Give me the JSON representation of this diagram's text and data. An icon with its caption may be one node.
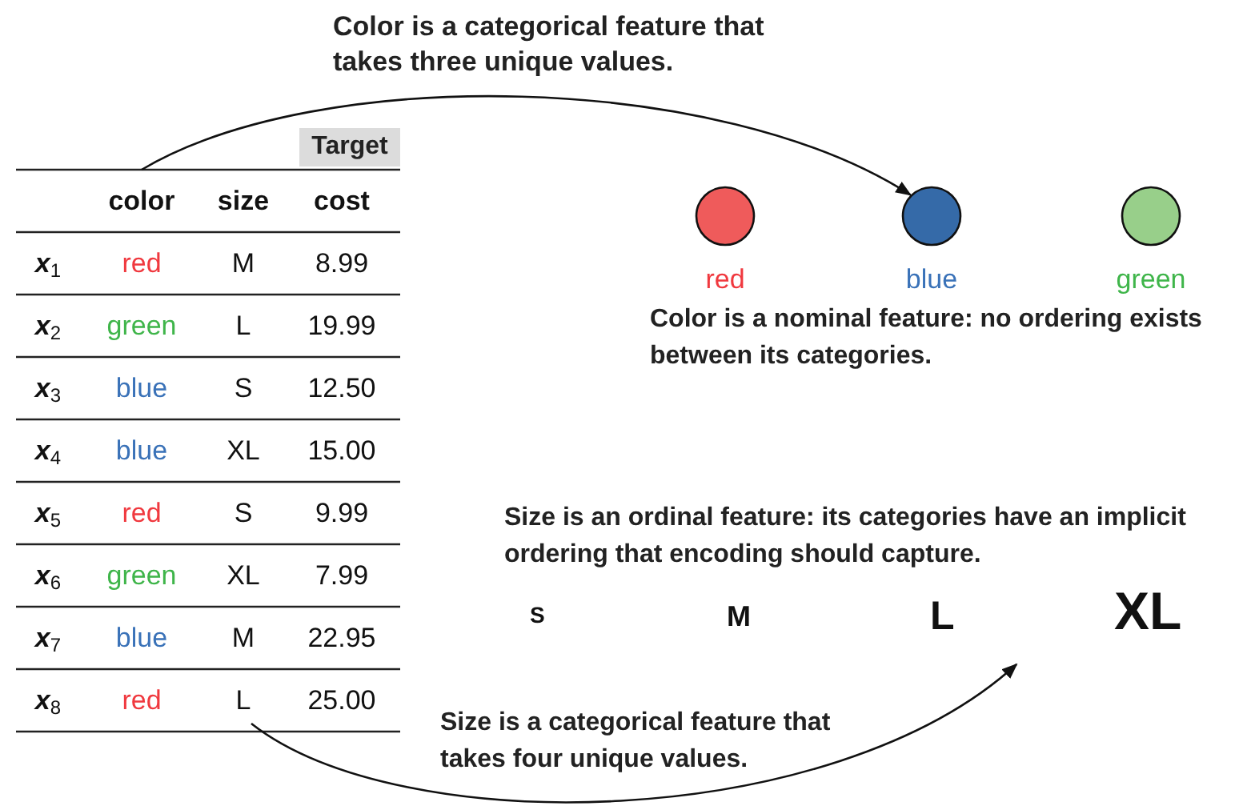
{
  "diagram": {
    "nodes": [
      {
        "text": [
          "color"
        ]
      },
      {
        "text": [],
        "shape": "circle",
        "beside": [
          "red"
        ]
      },
      {
        "text": [],
        "shape": "circle",
        "beside": [
          "blue"
        ]
      },
      {
        "text": [],
        "shape": "circle",
        "beside": [
          "green"
        ]
      },
      {
        "text": [
          "L"
        ]
      }
    ],
    "edges": [
      {
        "from": 0,
        "to": 2,
        "arrow": "to"
      },
      {
        "from": 4,
        "to": null,
        "arrow": "to"
      }
    ],
    "labels": [
      "Color is a categorical feature that takes three unique values.",
      "Target",
      "size",
      "cost",
      "x$_{1}$",
      "red",
      "M",
      "8.99",
      "x$_{2}$",
      "green",
      "L",
      "19.99",
      "x$_{3}$",
      "blue",
      "S",
      "12.50",
      "x$_{4}$",
      "blue",
      "XL",
      "15.00",
      "x$_{5}$",
      "red",
      "S",
      "9.99",
      "x$_{6}$",
      "green",
      "XL",
      "7.99",
      "x$_{7}$",
      "blue",
      "M",
      "22.95",
      "x$_{8}$",
      "red",
      "25.00",
      "Color is a nominal feature: no ordering exists between its categories.",
      "Size is an ordinal feature: its categories have an implicit ordering that encoding should capture.",
      "S",
      "M",
      "L",
      "XL",
      "Size is a categorical feature that takes four unique values."
    ]
  }
}
